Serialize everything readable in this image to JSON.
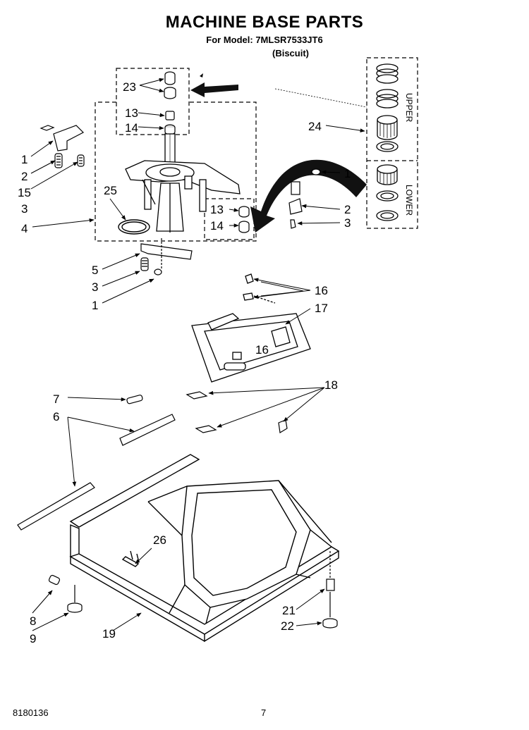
{
  "page": {
    "title": "MACHINE BASE PARTS",
    "model_line": "For Model: 7MLSR7533JT6",
    "color_line": "(Biscuit)",
    "doc_number": "8180136",
    "page_number": "7"
  },
  "inset": {
    "upper_label": "UPPER",
    "lower_label": "LOWER"
  },
  "callouts": {
    "c23": "23",
    "c13a": "13",
    "c14a": "14",
    "c24": "24",
    "c1a": "1",
    "c2a": "2",
    "c15": "15",
    "c3a": "3",
    "c25": "25",
    "c4": "4",
    "c1b": "1",
    "c2b": "2",
    "c3b": "3",
    "c13b": "13",
    "c14b": "14",
    "c5": "5",
    "c3c": "3",
    "c1c": "1",
    "c16a": "16",
    "c17": "17",
    "c16b": "16",
    "c7": "7",
    "c18": "18",
    "c6": "6",
    "c26": "26",
    "c8": "8",
    "c9": "9",
    "c19": "19",
    "c21": "21",
    "c22": "22"
  }
}
